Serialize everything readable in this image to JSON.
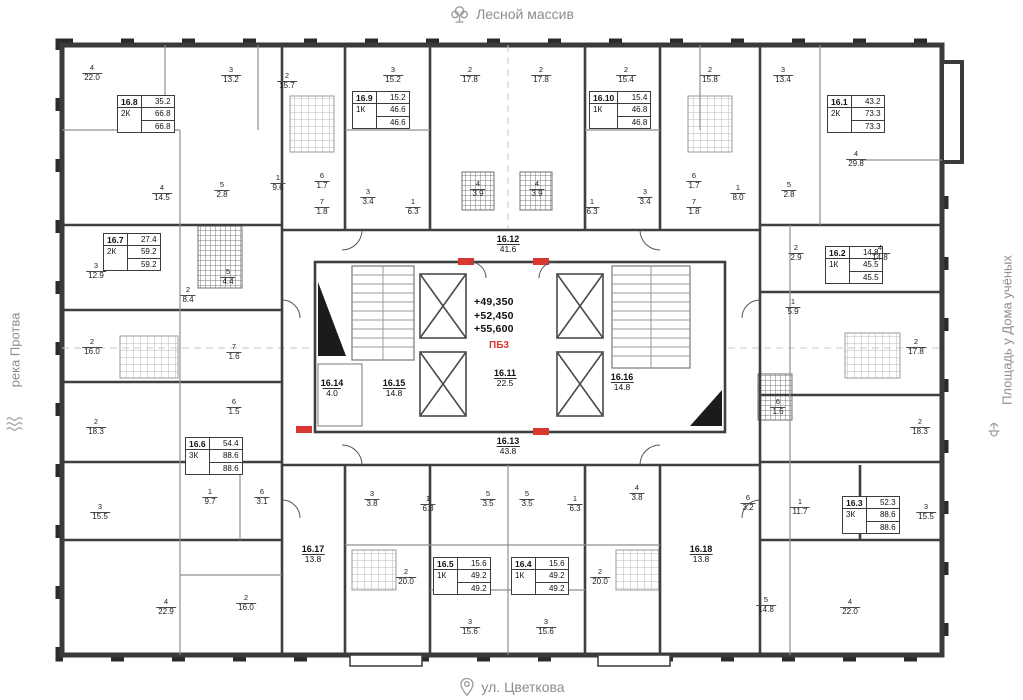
{
  "surroundings": {
    "north": "Лесной массив",
    "south": "ул. Цветкова",
    "west": "река Протва",
    "east": "Площадь у Дома учёных"
  },
  "core": {
    "elevations": [
      "+49,350",
      "+52,450",
      "+55,600"
    ],
    "fire_zone": "ПБ3"
  },
  "units": [
    {
      "id": "16.8",
      "type": "2К",
      "a1": "35.2",
      "a2": "66.8",
      "a3": "66.8"
    },
    {
      "id": "16.9",
      "type": "1К",
      "a1": "15.2",
      "a2": "46.6",
      "a3": "46.6"
    },
    {
      "id": "16.10",
      "type": "1К",
      "a1": "15.4",
      "a2": "46.8",
      "a3": "46.8"
    },
    {
      "id": "16.1",
      "type": "2К",
      "a1": "43.2",
      "a2": "73.3",
      "a3": "73.3"
    },
    {
      "id": "16.7",
      "type": "2К",
      "a1": "27.4",
      "a2": "59.2",
      "a3": "59.2"
    },
    {
      "id": "16.2",
      "type": "1К",
      "a1": "14.8",
      "a2": "45.5",
      "a3": "45.5"
    },
    {
      "id": "16.6",
      "type": "3К",
      "a1": "54.4",
      "a2": "88.6",
      "a3": "88.6"
    },
    {
      "id": "16.3",
      "type": "3К",
      "a1": "52.3",
      "a2": "88.6",
      "a3": "88.6"
    },
    {
      "id": "16.5",
      "type": "1К",
      "a1": "15.6",
      "a2": "49.2",
      "a3": "49.2"
    },
    {
      "id": "16.4",
      "type": "1К",
      "a1": "15.6",
      "a2": "49.2",
      "a3": "49.2"
    }
  ],
  "common": [
    {
      "id": "16.12",
      "area": "41.6"
    },
    {
      "id": "16.11",
      "area": "22.5"
    },
    {
      "id": "16.13",
      "area": "43.8"
    },
    {
      "id": "16.14",
      "area": "4.0"
    },
    {
      "id": "16.15",
      "area": "14.8"
    },
    {
      "id": "16.16",
      "area": "14.8"
    },
    {
      "id": "16.17",
      "area": "13.8"
    },
    {
      "id": "16.18",
      "area": "13.8"
    }
  ],
  "rooms": [
    {
      "n": "4",
      "a": "22.0"
    },
    {
      "n": "3",
      "a": "13.2"
    },
    {
      "n": "2",
      "a": "15.7"
    },
    {
      "n": "3",
      "a": "15.2"
    },
    {
      "n": "2",
      "a": "17.8"
    },
    {
      "n": "2",
      "a": "17.8"
    },
    {
      "n": "2",
      "a": "15.4"
    },
    {
      "n": "2",
      "a": "15.8"
    },
    {
      "n": "3",
      "a": "13.4"
    },
    {
      "n": "4",
      "a": "29.8"
    },
    {
      "n": "4",
      "a": "14.5"
    },
    {
      "n": "5",
      "a": "2.8"
    },
    {
      "n": "1",
      "a": "9.6"
    },
    {
      "n": "6",
      "a": "1.7"
    },
    {
      "n": "7",
      "a": "1.8"
    },
    {
      "n": "3",
      "a": "3.4"
    },
    {
      "n": "1",
      "a": "6.3"
    },
    {
      "n": "4",
      "a": "3.9"
    },
    {
      "n": "4",
      "a": "3.9"
    },
    {
      "n": "1",
      "a": "6.3"
    },
    {
      "n": "3",
      "a": "3.4"
    },
    {
      "n": "6",
      "a": "1.7"
    },
    {
      "n": "7",
      "a": "1.8"
    },
    {
      "n": "1",
      "a": "8.0"
    },
    {
      "n": "5",
      "a": "2.8"
    },
    {
      "n": "3",
      "a": "12.9"
    },
    {
      "n": "5",
      "a": "4.4"
    },
    {
      "n": "2",
      "a": "8.4"
    },
    {
      "n": "2",
      "a": "16.0"
    },
    {
      "n": "7",
      "a": "1.6"
    },
    {
      "n": "2",
      "a": "18.3"
    },
    {
      "n": "6",
      "a": "1.5"
    },
    {
      "n": "1",
      "a": "9.7"
    },
    {
      "n": "6",
      "a": "3.1"
    },
    {
      "n": "3",
      "a": "15.5"
    },
    {
      "n": "2",
      "a": "16.0"
    },
    {
      "n": "4",
      "a": "22.9"
    },
    {
      "n": "2",
      "a": "2.9"
    },
    {
      "n": "4",
      "a": "14.8"
    },
    {
      "n": "1",
      "a": "5.9"
    },
    {
      "n": "2",
      "a": "17.8"
    },
    {
      "n": "2",
      "a": "18.3"
    },
    {
      "n": "6",
      "a": "1.6"
    },
    {
      "n": "1",
      "a": "11.7"
    },
    {
      "n": "6",
      "a": "3.2"
    },
    {
      "n": "3",
      "a": "15.5"
    },
    {
      "n": "5",
      "a": "14.8"
    },
    {
      "n": "4",
      "a": "22.0"
    },
    {
      "n": "3",
      "a": "3.8"
    },
    {
      "n": "1",
      "a": "6.3"
    },
    {
      "n": "5",
      "a": "3.5"
    },
    {
      "n": "5",
      "a": "3.5"
    },
    {
      "n": "1",
      "a": "6.3"
    },
    {
      "n": "4",
      "a": "3.8"
    },
    {
      "n": "2",
      "a": "20.0"
    },
    {
      "n": "2",
      "a": "20.0"
    },
    {
      "n": "3",
      "a": "15.6"
    },
    {
      "n": "3",
      "a": "15.6"
    }
  ]
}
